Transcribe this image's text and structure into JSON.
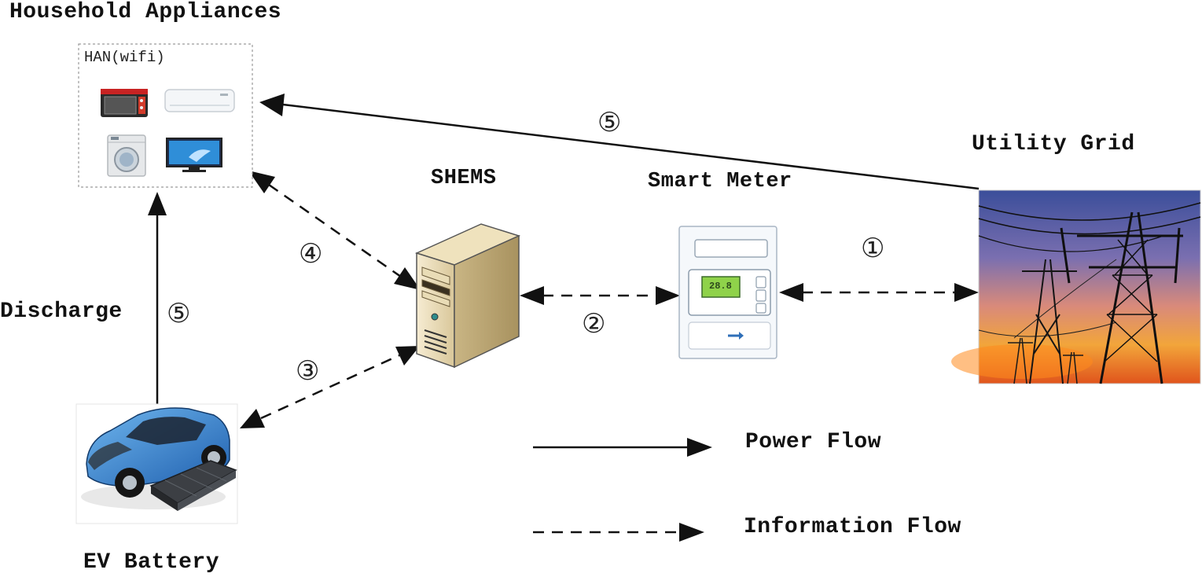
{
  "labels": {
    "household_appliances": "Household Appliances",
    "han": "HAN(wifi)",
    "utility_grid": "Utility Grid",
    "shems": "SHEMS",
    "smart_meter": "Smart Meter",
    "discharge": "Discharge",
    "ev_battery": "EV Battery"
  },
  "steps": {
    "grid_to_appliances": "⑤",
    "meter_to_grid": "①",
    "shems_to_meter": "②",
    "shems_to_ev": "③",
    "shems_to_appliances": "④",
    "ev_to_appliances": "⑤"
  },
  "legend": {
    "power_flow": "Power Flow",
    "information_flow": "Information Flow"
  },
  "meter_display": "28.8"
}
